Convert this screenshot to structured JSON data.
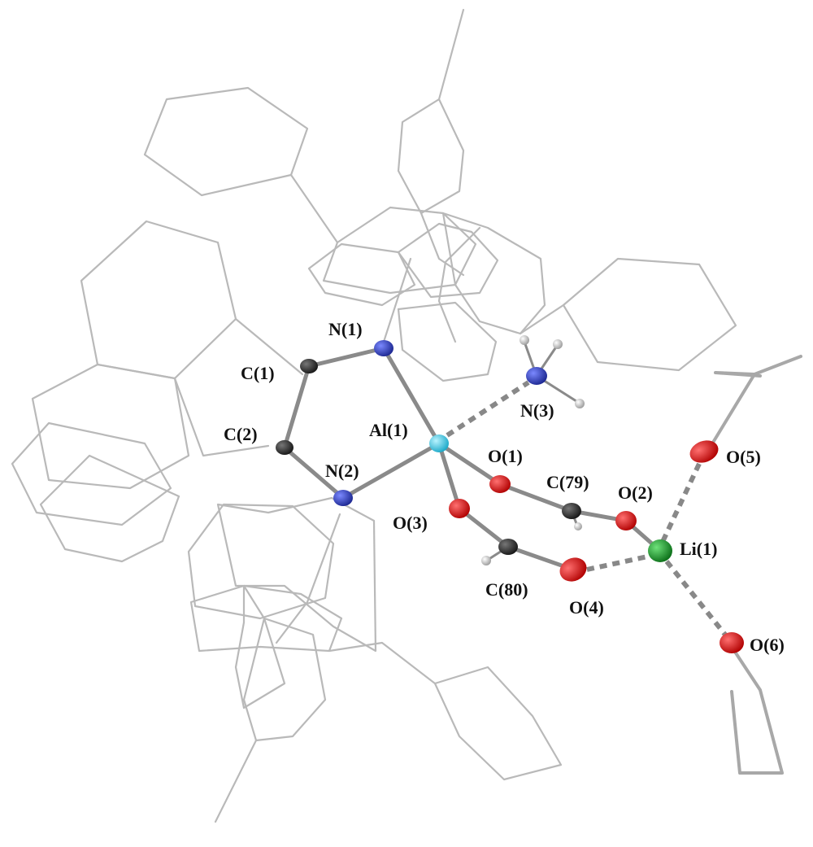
{
  "atoms": {
    "n1": "N(1)",
    "n2": "N(2)",
    "n3": "N(3)",
    "c1": "C(1)",
    "c2": "C(2)",
    "al1": "Al(1)",
    "o1": "O(1)",
    "o2": "O(2)",
    "o3": "O(3)",
    "o4": "O(4)",
    "o5": "O(5)",
    "o6": "O(6)",
    "c79": "C(79)",
    "c80": "C(80)",
    "li1": "Li(1)"
  },
  "colors": {
    "nitrogen": "#2b3aa8",
    "carbon": "#333333",
    "aluminium": "#3cc6e0",
    "oxygen": "#e01818",
    "lithium": "#1f9a2a",
    "hydrogen": "#e6e6e6",
    "wireframe": "#b9b9b9",
    "bond": "#8a8a8a"
  }
}
